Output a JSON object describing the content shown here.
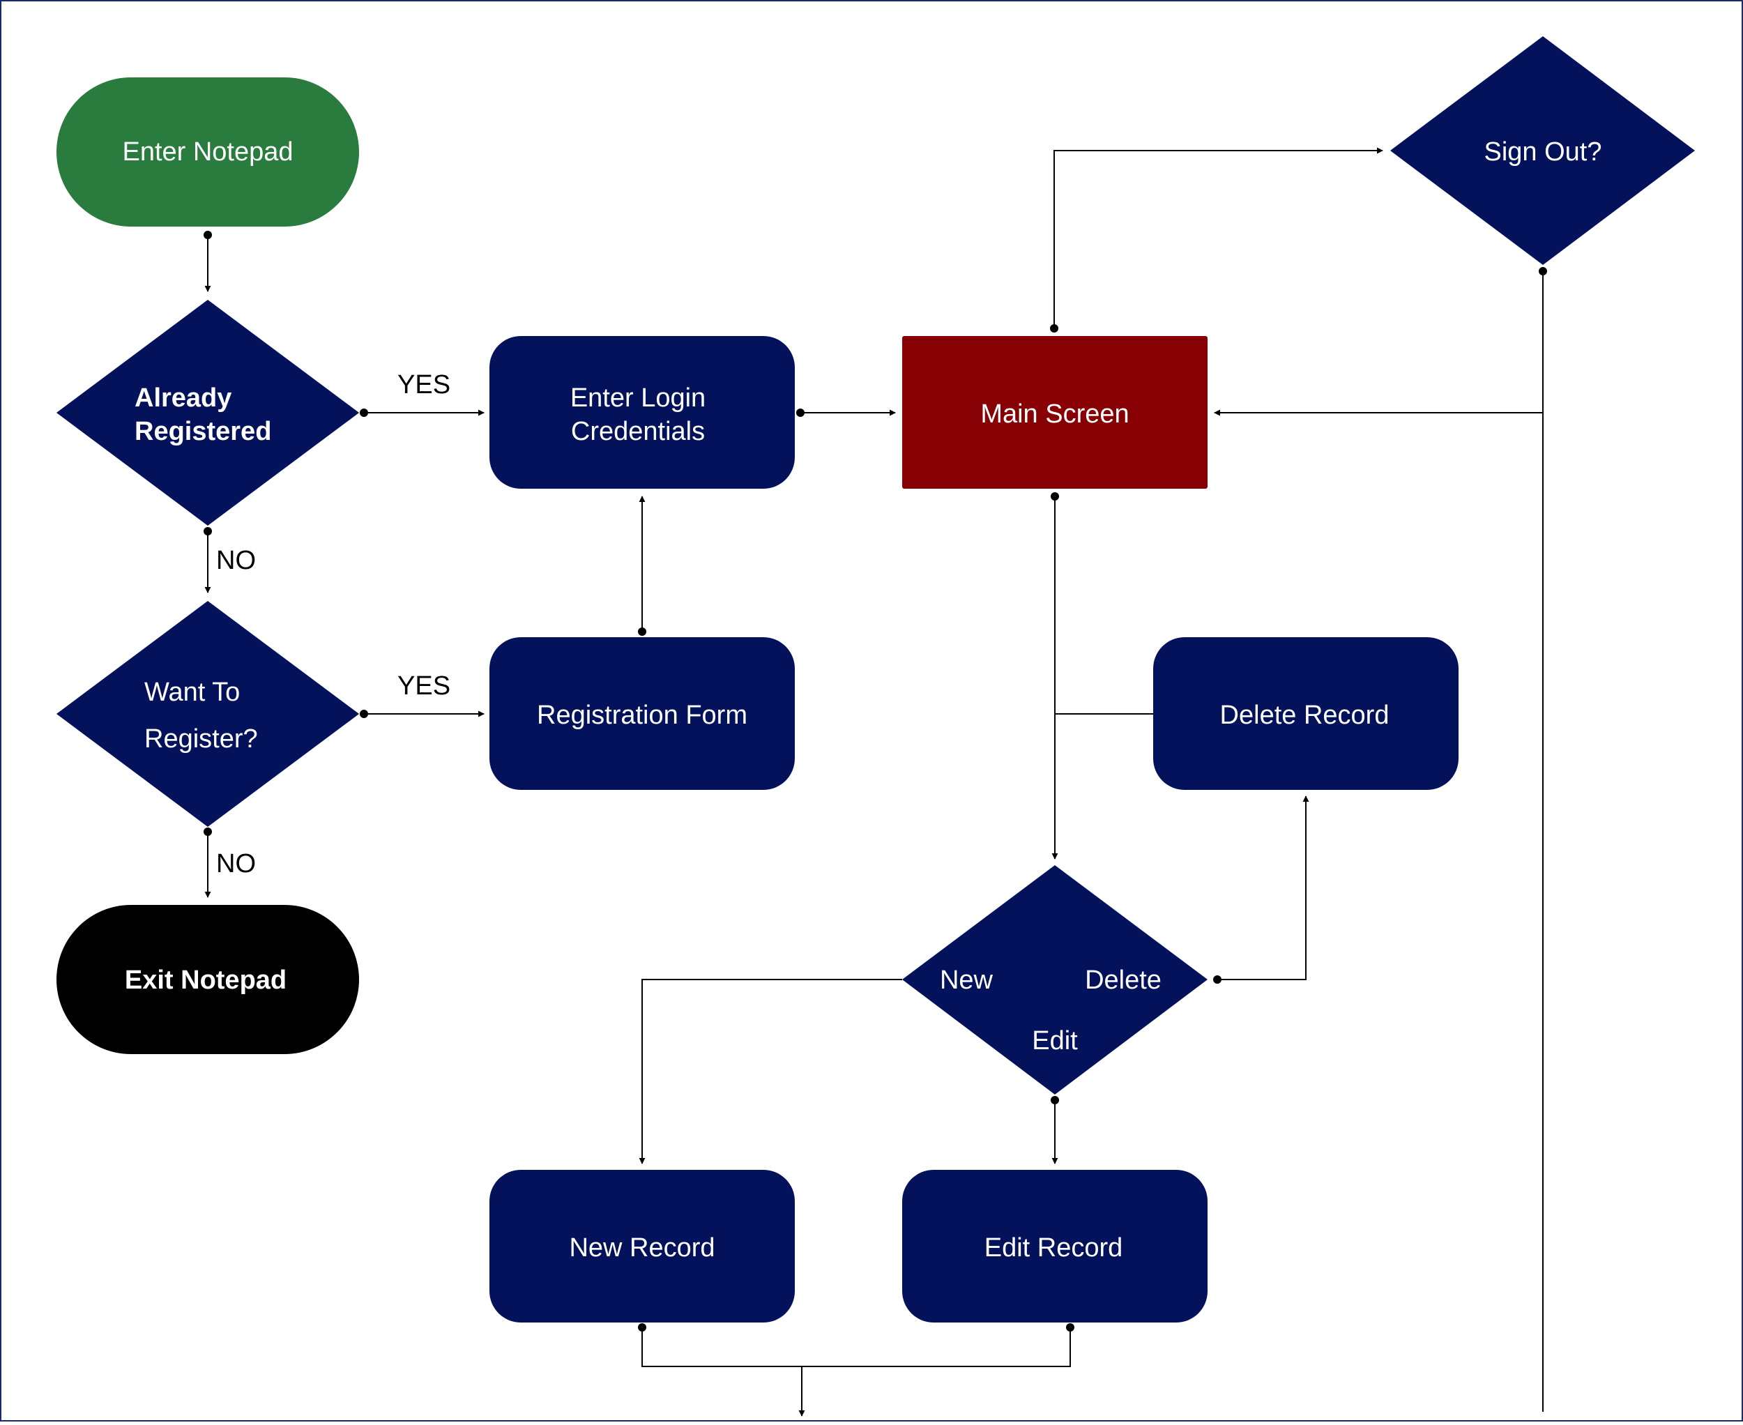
{
  "colors": {
    "navy": "#03125a",
    "green": "#2a7b3e",
    "red": "#870003",
    "black": "#000000",
    "line": "#000000",
    "text_on_shape": "#ffffff",
    "border": "#1a2a6e"
  },
  "nodes": {
    "enter_notepad": "Enter Notepad",
    "already_registered_l1": "Already",
    "already_registered_l2": "Registered",
    "want_register_l1": "Want To",
    "want_register_l2": "Register?",
    "exit_notepad": "Exit Notepad",
    "login_l1": "Enter Login",
    "login_l2": "Credentials",
    "registration_form": "Registration Form",
    "main_screen": "Main Screen",
    "sign_out": "Sign Out?",
    "delete_record": "Delete Record",
    "choice_new": "New",
    "choice_delete": "Delete",
    "choice_edit": "Edit",
    "new_record": "New Record",
    "edit_record": "Edit Record"
  },
  "edge_labels": {
    "yes_1": "YES",
    "yes_2": "YES",
    "no_1": "NO",
    "no_2": "NO"
  }
}
